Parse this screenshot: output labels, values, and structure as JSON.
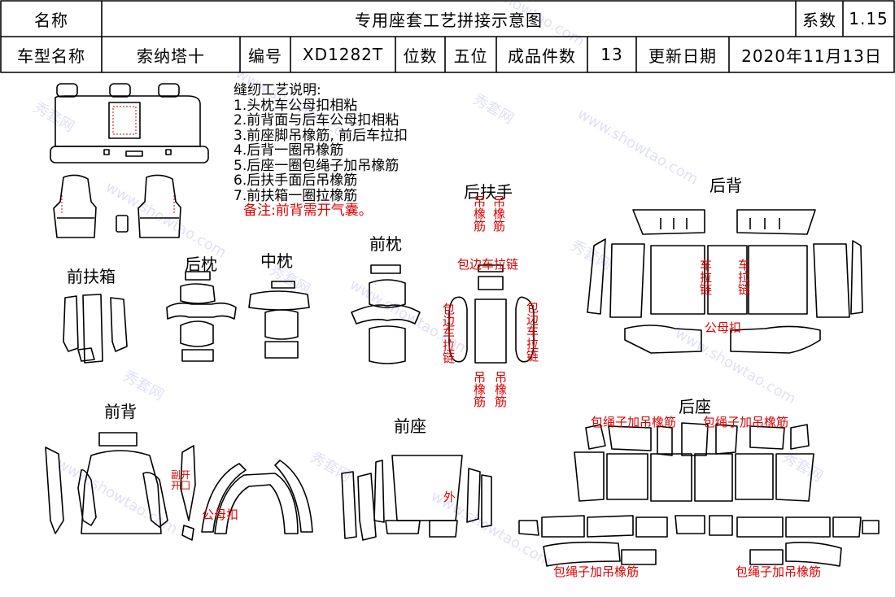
{
  "header": {
    "row1": {
      "name_label": "名称",
      "title": "专用座套工艺拼接示意图",
      "coef_label": "系数",
      "coef_value": "1.15"
    },
    "row2": {
      "model_label": "车型名称",
      "model_value": "索纳塔十",
      "code_label": "编号",
      "code_value": "XD1282T",
      "seats_label": "位数",
      "seats_value": "五位",
      "pieces_label": "成品件数",
      "pieces_value": "13",
      "date_label": "更新日期",
      "date_value": "2020年11月13日"
    }
  },
  "notes": {
    "heading": "缝纫工艺说明:",
    "items": [
      "1.头枕车公母扣相粘",
      "2.前背面与后车公母扣相粘",
      "3.前座脚吊橡筋, 前后车拉扣",
      "4.后背一圈吊橡筋",
      "5.后座一圈包绳子加吊橡筋",
      "6.后扶手面后吊橡筋",
      "7.前扶箱一圈拉橡筋"
    ],
    "remark": "备注:前背需开气囊。"
  },
  "sections": {
    "front_armbox": "前扶箱",
    "rear_pillow": "后枕",
    "mid_pillow": "中枕",
    "front_pillow": "前枕",
    "rear_armrest": "后扶手",
    "rear_back": "后背",
    "front_back": "前背",
    "front_seat": "前座",
    "rear_seat": "后座"
  },
  "annotations": {
    "hang_elastic": "吊橡筋",
    "edge_zipper": "包边车拉链",
    "zipper": "车拉链",
    "snap": "公母扣",
    "airbag": "副开开囗",
    "outer": "外",
    "rope_elastic": "包绳子加吊橡筋"
  },
  "watermark": [
    "秀套网",
    "www.showtao.com"
  ],
  "colors": {
    "annotation": "#e00000",
    "line": "#000000",
    "watermark": "#c9c9f0"
  }
}
